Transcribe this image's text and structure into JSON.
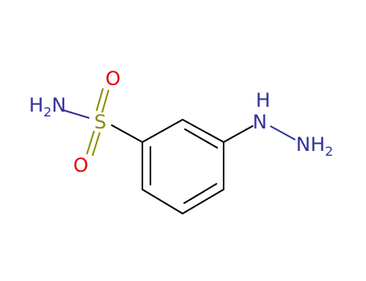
{
  "molecule": {
    "atoms": {
      "sulfonamide_nitrogen": {
        "symbol": "H",
        "count": "2",
        "element": "N"
      },
      "sulfur": "S",
      "oxygen_top": "O",
      "oxygen_bottom": "O",
      "hydrazine_h": "H",
      "hydrazine_n1": "N",
      "hydrazine_n2": {
        "element": "N",
        "symbol": "H",
        "count": "2"
      }
    },
    "colors": {
      "bond": "#000000",
      "nitrogen": "#30309a",
      "sulfur": "#8c8c00",
      "oxygen": "#e80000"
    }
  }
}
